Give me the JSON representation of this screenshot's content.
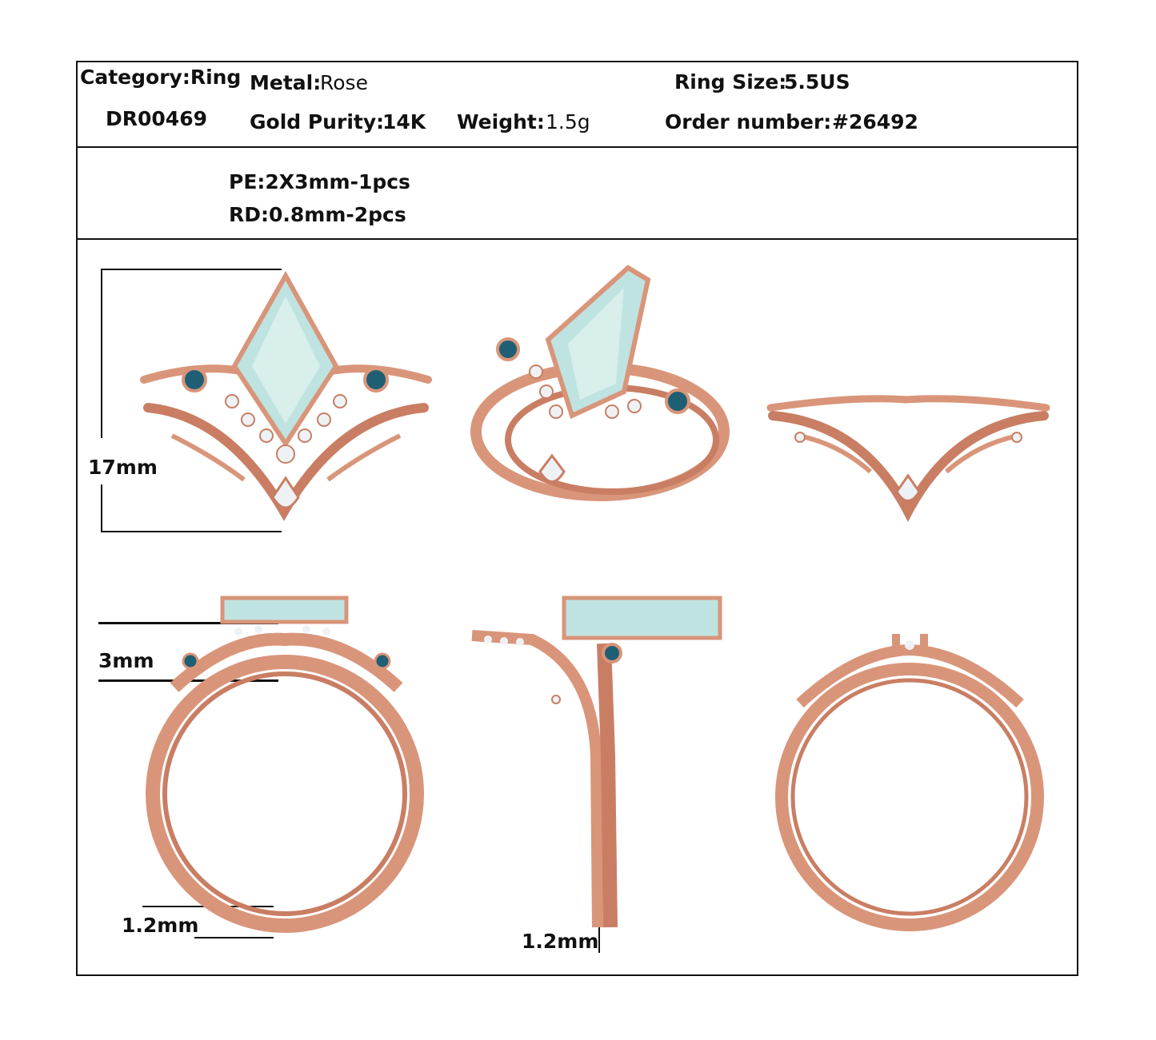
{
  "header": {
    "category": "Category:Ring",
    "code": "DR00469",
    "metal_label": "Metal:",
    "metal_value": "Rose",
    "gold_purity_label": "Gold Purity:",
    "gold_purity_value": "14K",
    "weight_label": "Weight:",
    "weight_value": "1.5g",
    "ring_size_label": "Ring Size:",
    "ring_size_value": "5.5US",
    "order_label": "Order number:",
    "order_value": "#26492"
  },
  "stones": [
    "PE:2X3mm-1pcs",
    "RD:0.8mm-2pcs"
  ],
  "dimensions": {
    "height": "17mm",
    "top_height": "3mm",
    "band_front": "1.2mm",
    "band_side": "1.2mm"
  },
  "colors": {
    "rose_gold": "#d9957a",
    "rose_gold_dark": "#b5684e",
    "aquamarine": "#bfe3e0",
    "blue_stone": "#1f5f73",
    "diamond": "#eef2f5"
  }
}
